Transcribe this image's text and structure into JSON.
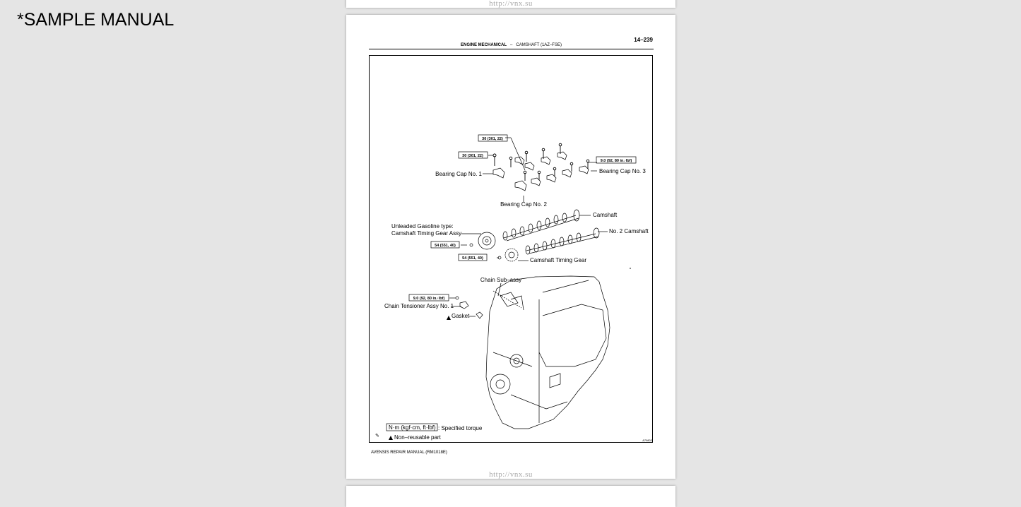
{
  "banner": "*SAMPLE MANUAL",
  "site_watermark": "http://vnx.su",
  "page": {
    "number": "14–239",
    "header_section": "ENGINE MECHANICAL",
    "header_separator": "–",
    "header_topic": "CAMSHAFT (1AZ–FSE)",
    "footer": "AVENSIS REPAIR MANUAL   (RM1018E)",
    "figure_id": "A79802"
  },
  "figure": {
    "torque_1": "30 (301, 22)",
    "torque_2": "30 (301, 22)",
    "torque_3": "9.0 (92, 80 in.·lbf)",
    "torque_4": "54 (551, 40)",
    "torque_5": "54 (551, 40)",
    "torque_6": "9.0 (92, 80 in.·lbf)",
    "bearing_cap_1": "Bearing Cap No. 1",
    "bearing_cap_2": "Bearing Cap No. 2",
    "bearing_cap_3": "Bearing Cap No. 3",
    "camshaft": "Camshaft",
    "no2_camshaft": "No. 2 Camshaft",
    "unleaded_line1": "Unleaded Gasoline type:",
    "unleaded_line2": "Camshaft Timing Gear Assy",
    "camshaft_timing_gear": "Camshaft Timing Gear",
    "chain_sub_assy": "Chain Sub–assy",
    "chain_tensioner": "Chain Tensioner Assy No. 1",
    "gasket": "Gasket",
    "legend_unit": "N·m (kgf·cm, ft·lbf)",
    "legend_unit_desc": ": Specified torque",
    "legend_nonreusable": "Non–reusable part"
  }
}
